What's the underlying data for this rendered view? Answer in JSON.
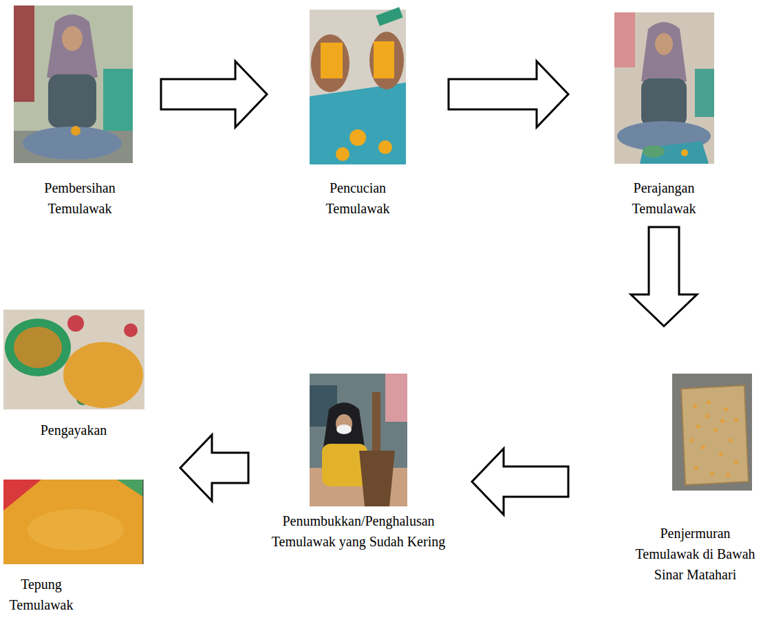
{
  "diagram": {
    "nodes": [
      {
        "text": [
          "Pembersihan Temulawak"
        ]
      },
      {
        "text": [
          "Pencucian Temulawak"
        ]
      },
      {
        "text": [
          "Perajangan Temulawak"
        ]
      },
      {
        "text": [
          "Penjermuran Temulawak di Bawah Sinar Matahari"
        ]
      },
      {
        "text": [
          "Penumbukkan/Penghalusan Temulawak yang Sudah Kering"
        ]
      },
      {
        "text": [
          "Pengayakan"
        ]
      },
      {
        "text": [
          "Tepung Temulawak"
        ]
      }
    ],
    "edges": [
      {
        "from": 0,
        "to": 1,
        "arrow": "to"
      },
      {
        "from": 1,
        "to": 2,
        "arrow": "to"
      },
      {
        "from": 2,
        "to": 3,
        "arrow": "to"
      },
      {
        "from": 3,
        "to": 4,
        "arrow": "to"
      },
      {
        "from": 4,
        "to": 5,
        "arrow": "to"
      }
    ]
  }
}
